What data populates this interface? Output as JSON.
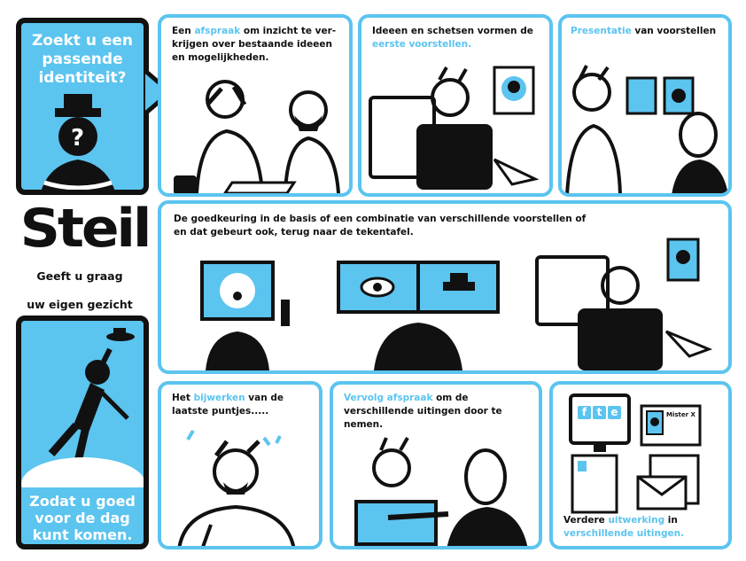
{
  "colors": {
    "accent": "#5bc4ef",
    "ink": "#111111",
    "paper": "#ffffff"
  },
  "left": {
    "top_box": "Zoekt u een passende identiteit?",
    "logo": "Steil",
    "tagline_1": "Geeft u graag",
    "tagline_2": "uw eigen gezicht",
    "bottom_box": "Zodat u goed voor de dag kunt komen."
  },
  "panels": {
    "p1": {
      "a": "Een ",
      "b": "afspraak",
      "c": " om inzicht te ver-krijgen over bestaande ideeen en mogelijkheden."
    },
    "p2": {
      "a": "Ideeen en schetsen vormen de ",
      "b": "eerste voorstellen."
    },
    "p3": {
      "a": "Presentatie",
      "b": " van voorstellen"
    },
    "p4": {
      "a": "De goedkeuring in de basis of een combinatie van verschillende voorstellen of en dat gebeurt ook, terug naar de tekentafel."
    },
    "p5": {
      "a": "Het ",
      "b": "bijwerken",
      "c": " van de laatste puntjes....."
    },
    "p6": {
      "a": "Vervolg afspraak",
      "b": " om de verschillende uitingen door te nemen."
    },
    "p7": {
      "a": "Verdere ",
      "b": "uitwerking",
      "c": " in ",
      "d": "verschillende uitingen.",
      "badge": "Mister X",
      "social": [
        "f",
        "t",
        "e"
      ]
    }
  }
}
